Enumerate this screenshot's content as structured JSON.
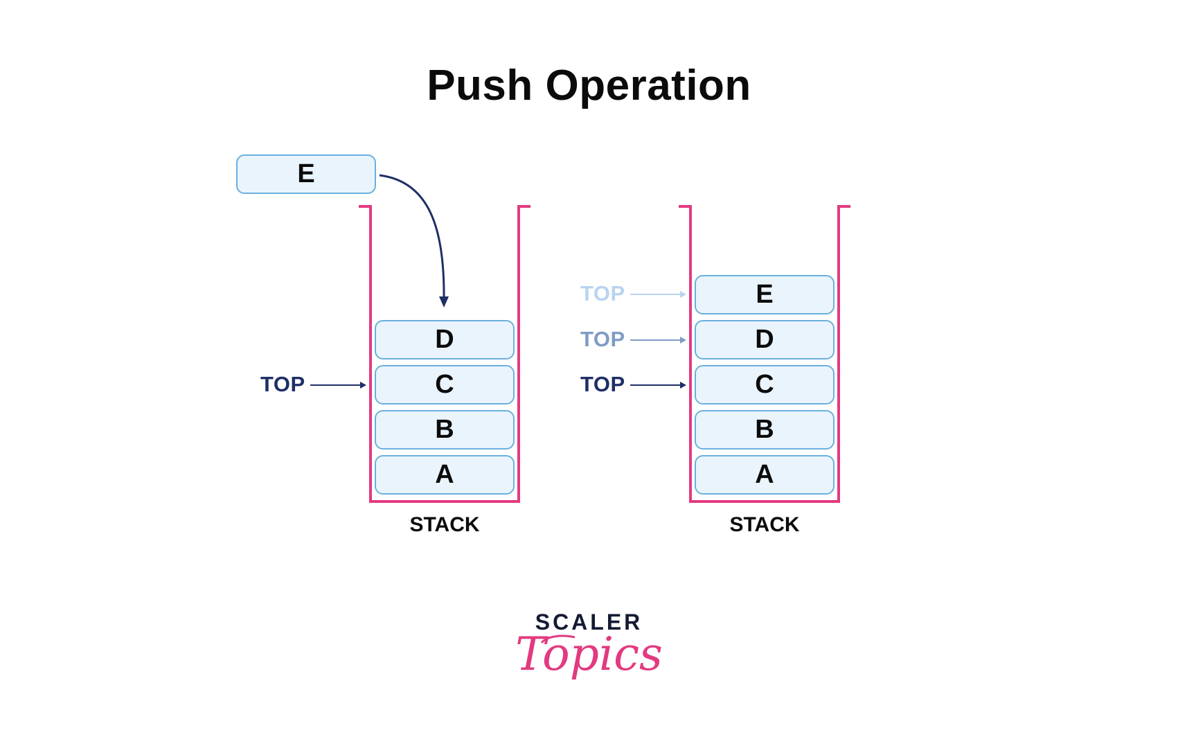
{
  "title": "Push Operation",
  "incoming_element": "E",
  "left_stack": {
    "cells": [
      "D",
      "C",
      "B",
      "A"
    ],
    "label": "STACK",
    "top_pointer": "TOP"
  },
  "right_stack": {
    "cells": [
      "E",
      "D",
      "C",
      "B",
      "A"
    ],
    "label": "STACK",
    "top_pointers": [
      "TOP",
      "TOP",
      "TOP"
    ]
  },
  "logo": {
    "word": "SCALER",
    "script": "Topics"
  },
  "colors": {
    "container": "#e23a80",
    "cell_fill": "#eaf4fd",
    "cell_border": "#6ab0dd",
    "arrow": "#1e2f66",
    "top_current": "#1e2f66",
    "top_mid": "#7f9cc6",
    "top_faint": "#b9d4ef"
  }
}
